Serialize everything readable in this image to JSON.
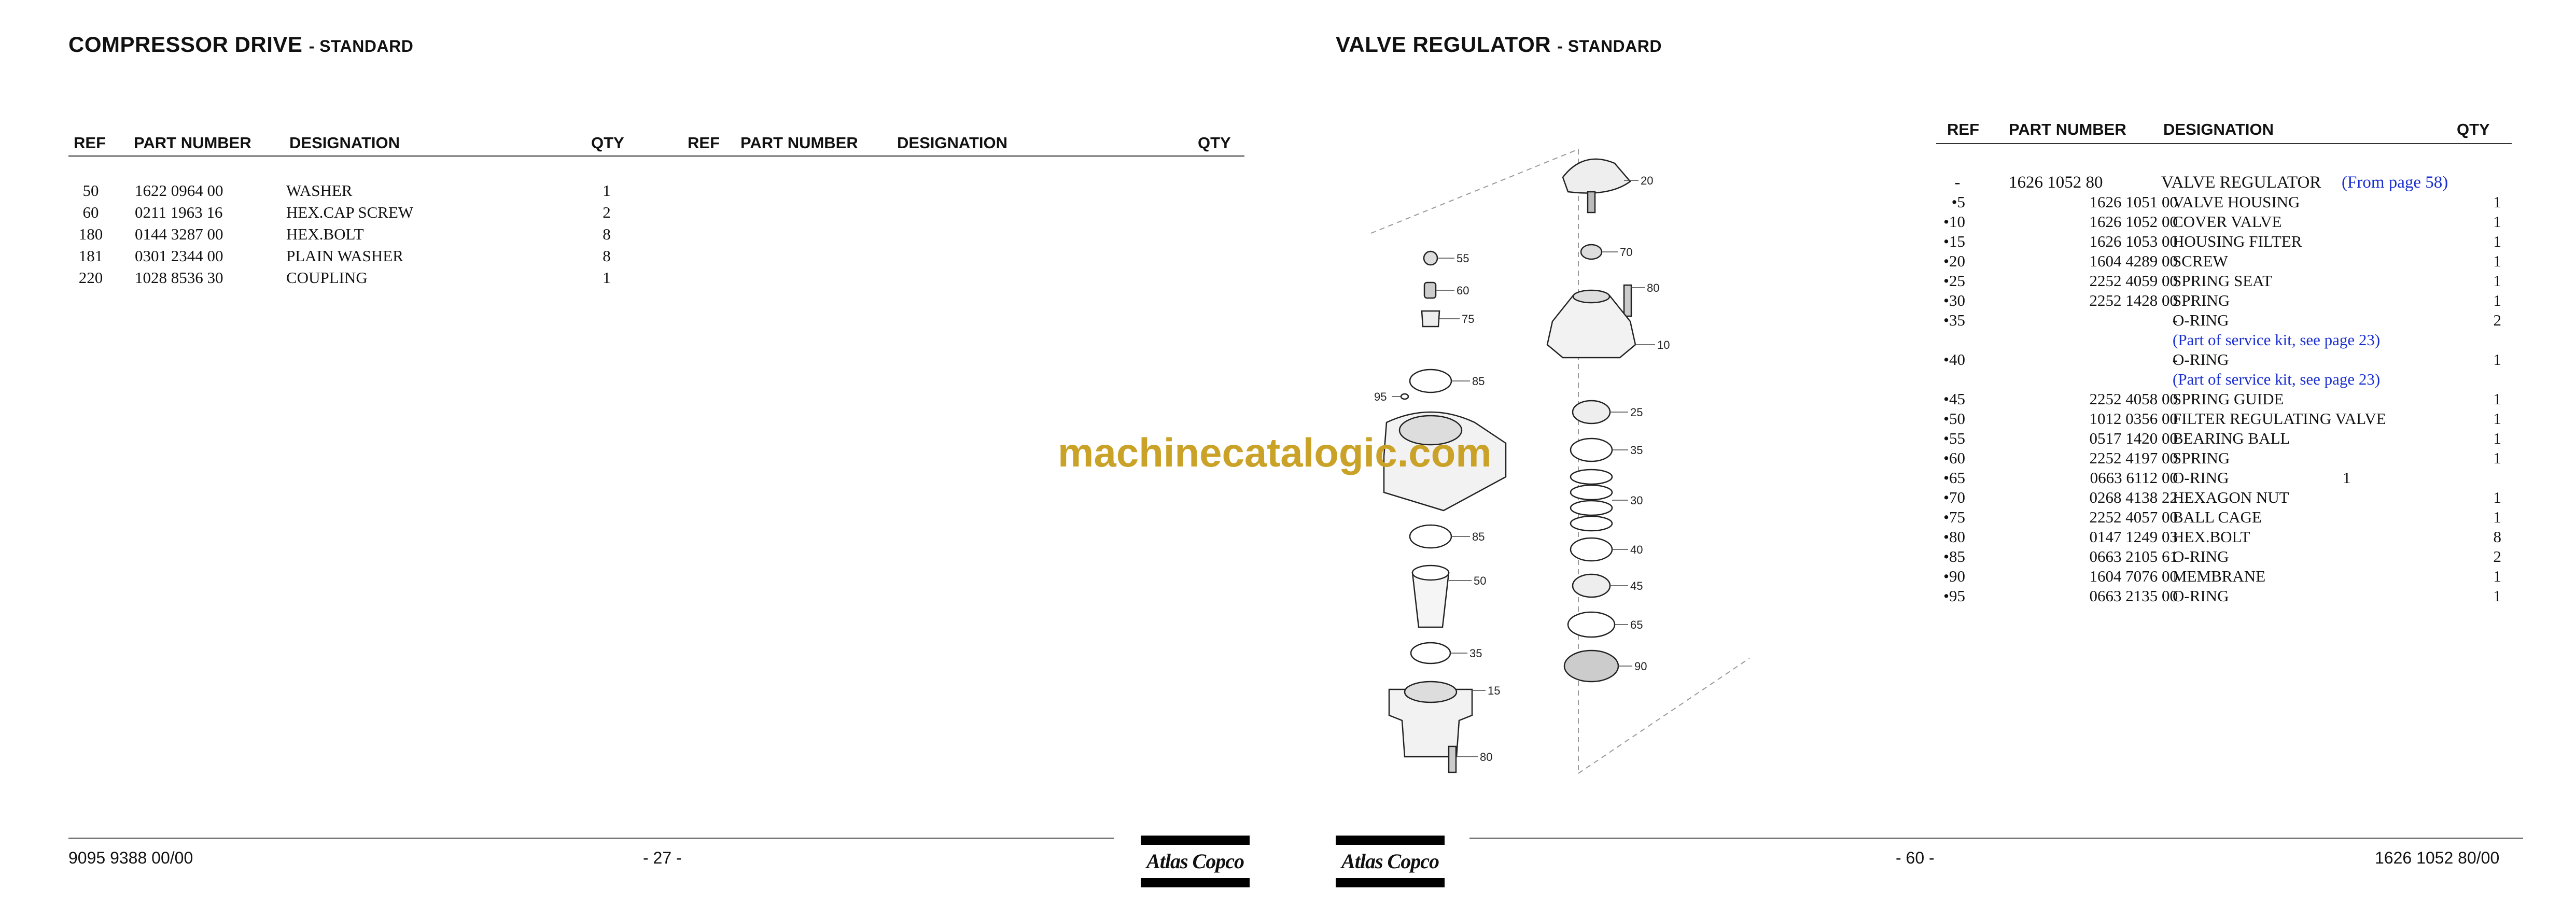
{
  "left": {
    "title": "COMPRESSOR DRIVE",
    "subtitle": "- STANDARD",
    "headers": {
      "ref": "REF",
      "part_number": "PART NUMBER",
      "designation": "DESIGNATION",
      "qty": "QTY"
    },
    "rows": [
      {
        "ref": "50",
        "part": "1622 0964 00",
        "designation": "WASHER",
        "qty": "1"
      },
      {
        "ref": "60",
        "part": "0211 1963 16",
        "designation": "HEX.CAP SCREW",
        "qty": "2"
      },
      {
        "ref": "180",
        "part": "0144 3287 00",
        "designation": "HEX.BOLT",
        "qty": "8"
      },
      {
        "ref": "181",
        "part": "0301 2344 00",
        "designation": "PLAIN WASHER",
        "qty": "8"
      },
      {
        "ref": "220",
        "part": "1028 8536 30",
        "designation": "COUPLING",
        "qty": "1"
      }
    ],
    "footer_code": "9095 9388 00/00",
    "page_number": "- 27 -",
    "logo": "Atlas Copco"
  },
  "right": {
    "title": "VALVE REGULATOR",
    "subtitle": "- STANDARD",
    "headers": {
      "ref": "REF",
      "part_number": "PART NUMBER",
      "designation": "DESIGNATION",
      "qty": "QTY"
    },
    "main_row": {
      "ref": "-",
      "part": "1626 1052 80",
      "designation": "VALVE REGULATOR",
      "note": "(From page 58)"
    },
    "rows": [
      {
        "ref": "•5",
        "part": "1626 1051 00",
        "designation": "VALVE HOUSING",
        "qty": "1"
      },
      {
        "ref": "•10",
        "part": "1626 1052 00",
        "designation": "COVER VALVE",
        "qty": "1"
      },
      {
        "ref": "•15",
        "part": "1626 1053 00",
        "designation": "HOUSING FILTER",
        "qty": "1"
      },
      {
        "ref": "•20",
        "part": "1604 4289 00",
        "designation": "SCREW",
        "qty": "1"
      },
      {
        "ref": "•25",
        "part": "2252 4059 00",
        "designation": "SPRING SEAT",
        "qty": "1"
      },
      {
        "ref": "•30",
        "part": "2252 1428 00",
        "designation": "SPRING",
        "qty": "1"
      },
      {
        "ref": "•35",
        "part": "-",
        "designation": "O-RING",
        "qty": "2"
      },
      {
        "note": "(Part of service kit, see page 23)"
      },
      {
        "ref": "•40",
        "part": "-",
        "designation": "O-RING",
        "qty": "1"
      },
      {
        "note": "(Part of service kit, see page 23)"
      },
      {
        "ref": "•45",
        "part": "2252 4058 00",
        "designation": "SPRING GUIDE",
        "qty": "1"
      },
      {
        "ref": "•50",
        "part": "1012 0356 00",
        "designation": "FILTER REGULATING VALVE",
        "qty": "1"
      },
      {
        "ref": "•55",
        "part": "0517 1420 00",
        "designation": "BEARING BALL",
        "qty": "1"
      },
      {
        "ref": "•60",
        "part": "2252 4197 00",
        "designation": "SPRING",
        "qty": "1"
      },
      {
        "ref": "•65",
        "part": "0663 6112 00",
        "designation": "O-RING",
        "qty_inline": "1"
      },
      {
        "ref": "•70",
        "part": "0268 4138 22",
        "designation": "HEXAGON NUT",
        "qty": "1"
      },
      {
        "ref": "•75",
        "part": "2252 4057 00",
        "designation": "BALL CAGE",
        "qty": "1"
      },
      {
        "ref": "•80",
        "part": "0147 1249 03",
        "designation": "HEX.BOLT",
        "qty": "8"
      },
      {
        "ref": "•85",
        "part": "0663 2105 61",
        "designation": "O-RING",
        "qty": "2"
      },
      {
        "ref": "•90",
        "part": "1604 7076 00",
        "designation": "MEMBRANE",
        "qty": "1"
      },
      {
        "ref": "•95",
        "part": "0663 2135 00",
        "designation": "O-RING",
        "qty": "1"
      }
    ],
    "footer_code": "1626 1052 80/00",
    "page_number": "- 60 -",
    "logo": "Atlas Copco"
  },
  "watermark": "machinecatalogic.com",
  "diagram_callouts": {
    "left": [
      "55",
      "60",
      "75",
      "85",
      "95",
      "85",
      "50",
      "35",
      "15",
      "80"
    ],
    "right": [
      "20",
      "70",
      "80",
      "10",
      "25",
      "35",
      "30",
      "40",
      "45",
      "65",
      "90"
    ]
  }
}
